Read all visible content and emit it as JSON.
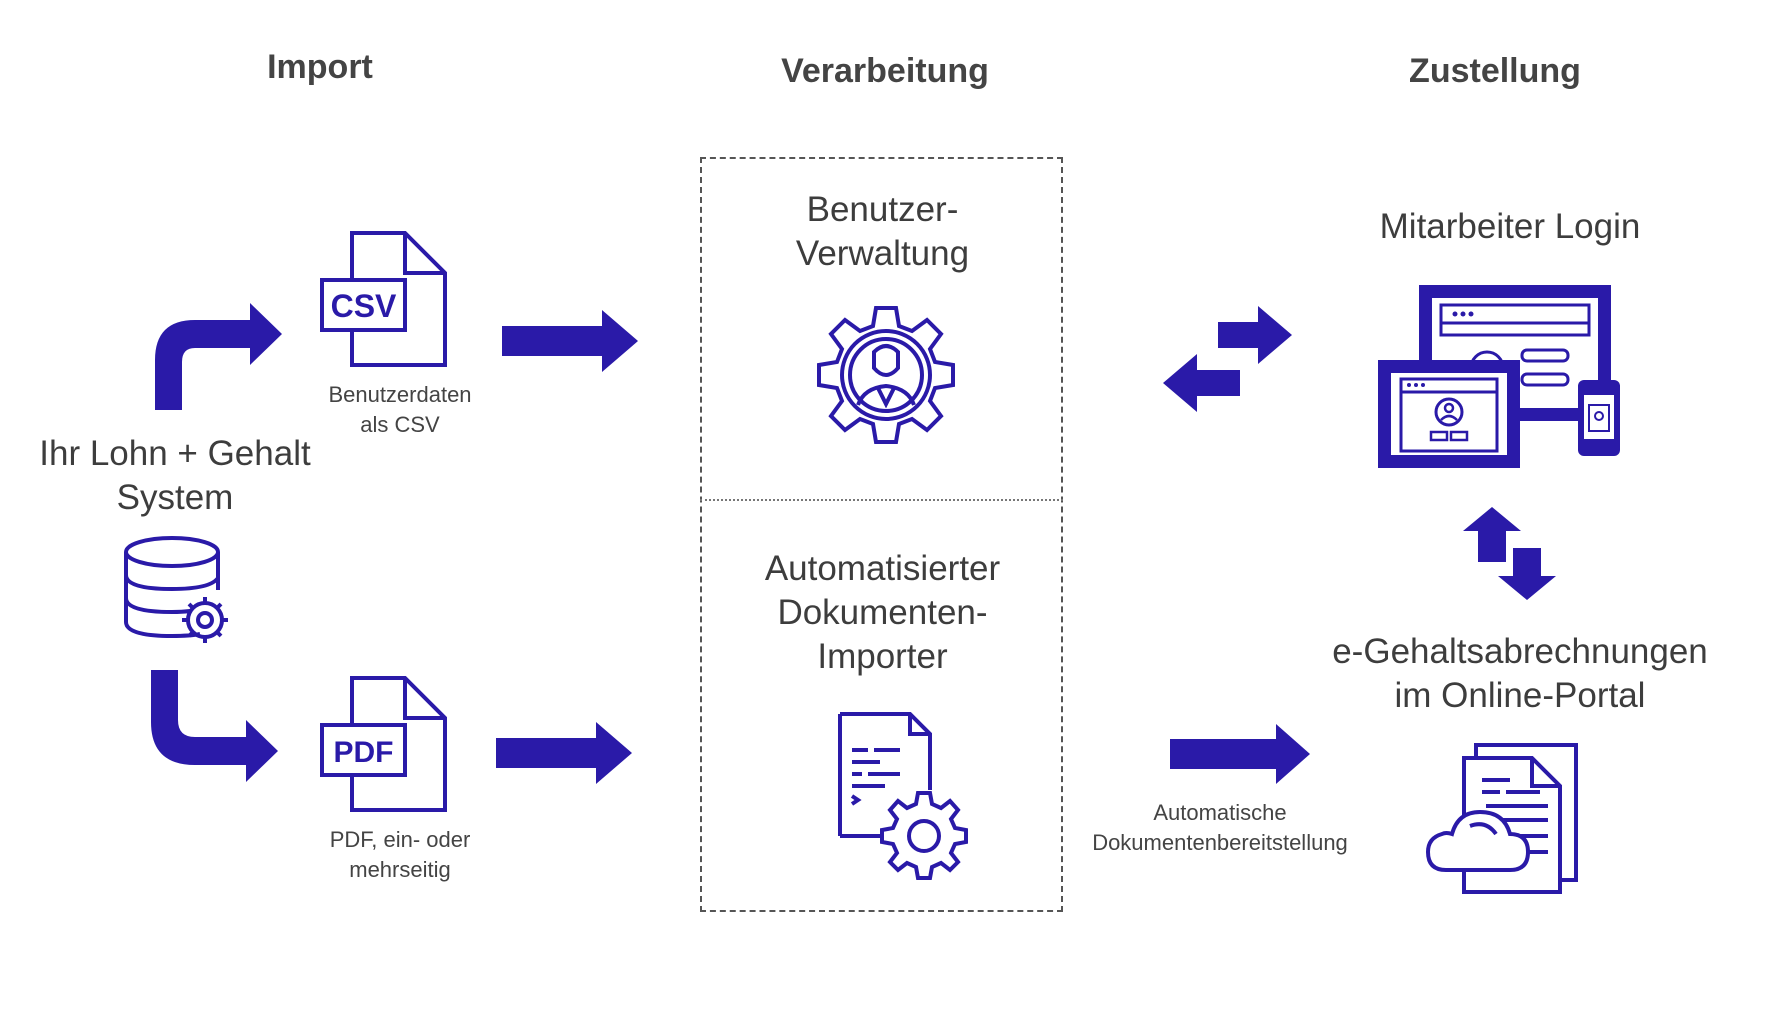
{
  "columns": {
    "import": "Import",
    "processing": "Verarbeitung",
    "delivery": "Zustellung"
  },
  "source_system": "Ihr Lohn + Gehalt\nSystem",
  "csv": {
    "icon_label": "CSV",
    "caption": "Benutzerdaten\nals CSV"
  },
  "pdf": {
    "icon_label": "PDF",
    "caption": "PDF, ein- oder\nmehrseitig"
  },
  "user_admin": "Benutzer-\nVerwaltung",
  "doc_importer": "Automatisierter\nDokumenten-\nImporter",
  "auto_provision": "Automatische\nDokumentenbereitstellung",
  "employee_login": "Mitarbeiter Login",
  "payslips_portal": "e-Gehaltsabrechnungen\nim Online-Portal",
  "colors": {
    "accent": "#2a1aa8",
    "text": "#3d3d3d"
  }
}
